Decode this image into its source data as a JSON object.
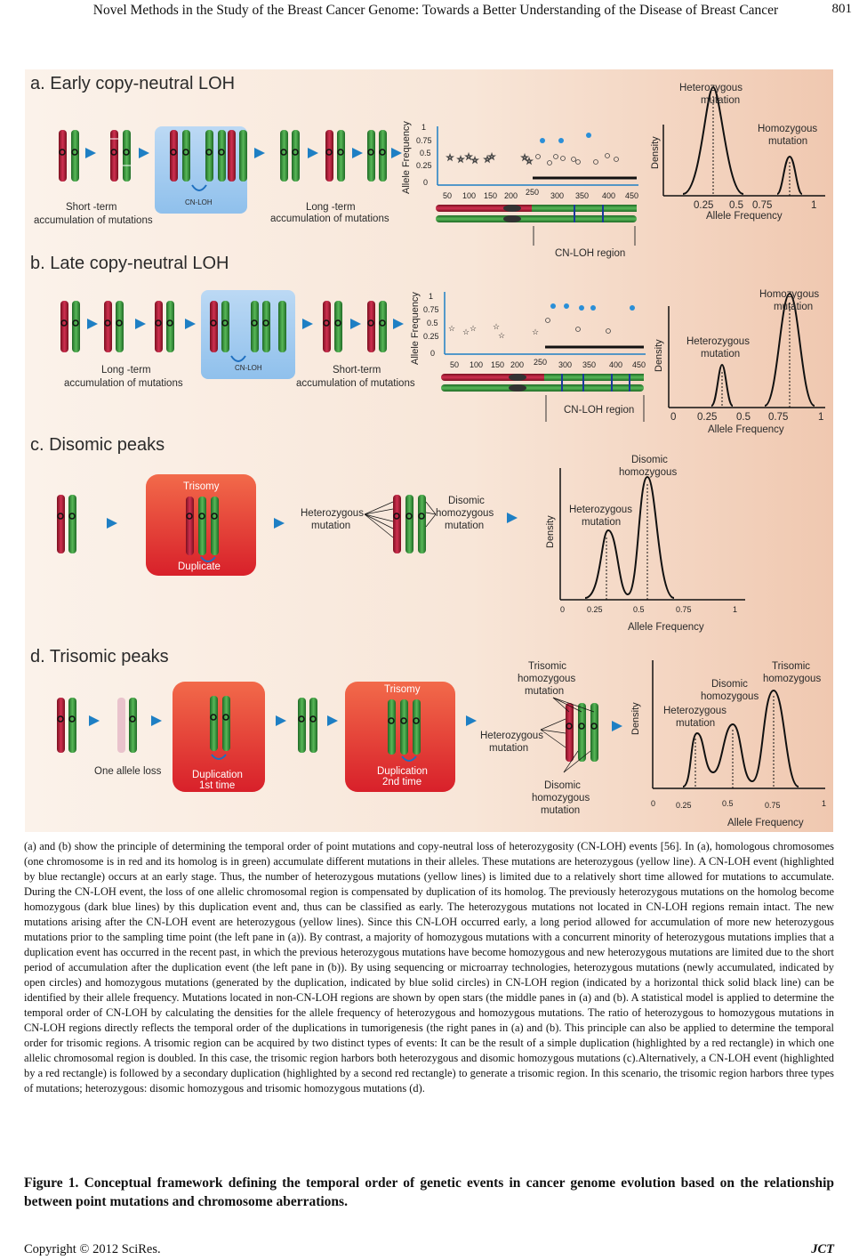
{
  "header": {
    "running_title": "Novel Methods in the Study of the Breast Cancer Genome: Towards a Better Understanding of the Disease of Breast Cancer",
    "page_number": "801"
  },
  "figure": {
    "panel_a": {
      "title": "a. Early copy-neutral LOH",
      "label_short": "Short -term accumulation of mutations",
      "label_cnloh": "CN-LOH",
      "label_long": "Long -term accumulation of mutations",
      "region": "CN-LOH region",
      "het_label": "Heterozygous mutation",
      "hom_label": "Homozygous mutation"
    },
    "panel_b": {
      "title": "b. Late copy-neutral LOH",
      "label_long": "Long -term accumulation of mutations",
      "label_cnloh": "CN-LOH",
      "label_short": "Short-term accumulation of mutations",
      "region": "CN-LOH region",
      "het_label": "Heterozygous mutation",
      "hom_label": "Homozygous mutation"
    },
    "panel_c": {
      "title": "c. Disomic peaks",
      "trisomy": "Trisomy",
      "duplicate": "Duplicate",
      "het": "Heterozygous mutation",
      "disomic": "Disomic homozygous mutation",
      "peak_het": "Heterozygous mutation",
      "peak_disomic": "Disomic homozygous"
    },
    "panel_d": {
      "title": "d. Trisomic peaks",
      "allele_loss": "One allele loss",
      "dup1": "Duplication 1st time",
      "trisomy": "Trisomy",
      "dup2": "Duplication 2nd time",
      "trisomic": "Trisomic homozygous mutation",
      "het": "Heterozygous mutation",
      "disomic": "Disomic homozygous mutation",
      "peak_het": "Heterozygous mutation",
      "peak_disomic": "Disomic homozygous",
      "peak_trisomic": "Trisomic homozygous"
    },
    "axes": {
      "allele_frequency": "Allele Frequency",
      "density": "Density",
      "af_ticks": [
        "0",
        "0.25",
        "0.5",
        "0.75",
        "1"
      ],
      "af_ticks_scatter": [
        "1",
        "0.75",
        "0.5",
        "0.25",
        "0"
      ],
      "pos_ticks": [
        "50",
        "100",
        "150",
        "200",
        "250",
        "300",
        "350",
        "400",
        "450"
      ]
    }
  },
  "caption": "(a) and (b) show the principle of determining the temporal order of point mutations and copy-neutral loss of heterozygosity (CN-LOH) events [56]. In (a), homologous chromosomes (one chromosome is in red and its homolog is in green) accumulate different mutations in their alleles. These mutations are heterozygous (yellow line). A CN-LOH event (highlighted by blue rectangle) occurs at an early stage. Thus, the number of heterozygous mutations (yellow lines) is limited due to a relatively short time allowed for mutations to accumulate. During the CN-LOH event, the loss of one allelic chromosomal region is compensated by duplication of its homolog. The previously heterozygous mutations on the homolog become homozygous (dark blue lines) by this duplication event and, thus can be classified as early. The heterozygous mutations not located in CN-LOH regions remain intact. The new mutations arising after the CN-LOH event are heterozygous (yellow lines). Since this CN-LOH occurred early, a long period allowed for accumulation of more new heterozygous mutations prior to the sampling time point (the left pane in (a)). By contrast, a majority of homozygous mutations with a concurrent minority of heterozygous mutations implies that a duplication event has occurred in the recent past, in which the previous heterozygous mutations have become homozygous and new heterozygous mutations are limited due to the short period of accumulation after the duplication event (the left pane in (b)). By using sequencing or microarray technologies, heterozygous mutations (newly accumulated, indicated by open circles) and homozygous mutations (generated by the duplication, indicated by blue solid circles) in CN-LOH region (indicated by a horizontal thick solid black line) can be identified by their allele frequency. Mutations located in non-CN-LOH regions are shown by open stars (the middle panes in (a) and (b). A statistical model is applied to determine the temporal order of CN-LOH by calculating the densities for the allele frequency of heterozygous and homozygous mutations. The ratio of heterozygous to homozygous mutations in CN-LOH regions directly reflects the temporal order of the duplications in tumorigenesis (the right panes in (a) and (b). This principle can also be applied to determine the temporal order for trisomic regions. A trisomic region can be acquired by two distinct types of events: It can be the result of a simple duplication (highlighted by a red rectangle) in which one allelic chromosomal region is doubled. In this case, the trisomic region harbors both heterozygous and disomic homozygous mutations (c).Alternatively, a CN-LOH event (highlighted by a red rectangle) is followed by a secondary duplication (highlighted by a second red rectangle) to generate a trisomic region. In this scenario, the trisomic region harbors three types of mutations; heterozygous: disomic homozygous and trisomic homozygous mutations (d).",
  "figure_title": "Figure 1. Conceptual framework defining the temporal order of genetic events in cancer genome evolution based on the relationship between point mutations and chromosome aberrations.",
  "footer": {
    "copyright": "Copyright © 2012 SciRes.",
    "journal": "JCT"
  },
  "colors": {
    "red_chrom": "#b52040",
    "green_chrom": "#3a9a40",
    "arrow": "#1e7fc4",
    "blue_box": "#a8cef0",
    "red_box": "#e04030"
  }
}
